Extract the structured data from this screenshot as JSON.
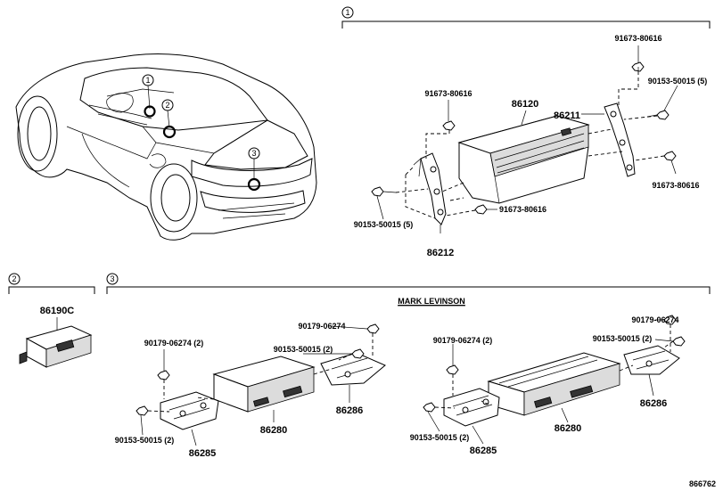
{
  "diagram": {
    "callouts": {
      "c1": "1",
      "c2": "2",
      "c3": "3"
    },
    "section1": {
      "part_86120": "86120",
      "part_86211": "86211",
      "part_86212": "86212",
      "bolt_top_right": "91673-80616",
      "bolt_left_top": "91673-80616",
      "screw_right_5": "90153-50015 (5)",
      "bolt_right_low": "91673-80616",
      "bolt_bottom_mid": "91673-80616",
      "screw_left_5": "90153-50015 (5)"
    },
    "section2": {
      "part_86190C": "86190C"
    },
    "section3": {
      "header": "MARK LEVINSON",
      "left": {
        "nut_top": "90179-06274",
        "nut_2": "90179-06274 (2)",
        "screw_2_top": "90153-50015 (2)",
        "screw_2_bottom": "90153-50015 (2)",
        "amp": "86280",
        "bracket_right": "86286",
        "bracket_left": "86285"
      },
      "right": {
        "nut_top": "90179-06274",
        "nut_2": "90179-06274 (2)",
        "screw_2_top": "90153-50015 (2)",
        "screw_2_bottom": "90153-50015 (2)",
        "amp": "86280",
        "bracket_right": "86286",
        "bracket_left": "86285"
      }
    },
    "figure_id": "866762"
  }
}
